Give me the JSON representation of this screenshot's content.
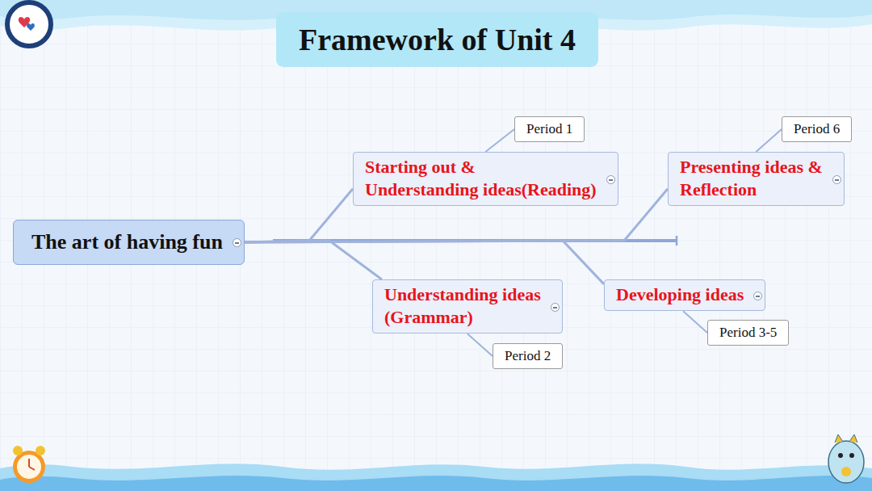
{
  "diagram": {
    "title": "Framework of Unit 4",
    "nodes": [
      {
        "text": [
          "The art of having fun"
        ]
      },
      {
        "text": [
          "Starting out & Understanding ideas(Reading)"
        ]
      },
      {
        "text": [
          "Period 1"
        ]
      },
      {
        "text": [
          "Understanding ideas (Grammar)"
        ]
      },
      {
        "text": [
          "Period 2"
        ]
      },
      {
        "text": [
          "Developing ideas"
        ]
      },
      {
        "text": [
          "Period 3-5"
        ]
      },
      {
        "text": [
          "Presenting ideas & Reflection"
        ]
      },
      {
        "text": [
          "Period 6"
        ]
      }
    ],
    "edges": [
      {
        "from": 0,
        "to": 1,
        "arrow": "none"
      },
      {
        "from": 0,
        "to": 3,
        "arrow": "none"
      },
      {
        "from": 0,
        "to": 5,
        "arrow": "none"
      },
      {
        "from": 0,
        "to": 7,
        "arrow": "none"
      },
      {
        "from": 1,
        "to": 2,
        "arrow": "none"
      },
      {
        "from": 3,
        "to": 4,
        "arrow": "none"
      },
      {
        "from": 5,
        "to": 6,
        "arrow": "none"
      },
      {
        "from": 7,
        "to": 8,
        "arrow": "none"
      }
    ]
  }
}
